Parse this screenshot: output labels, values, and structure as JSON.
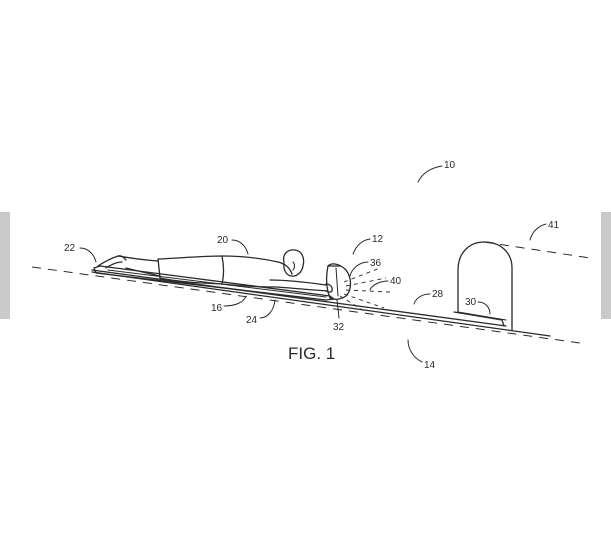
{
  "figure": {
    "caption": "FIG. 1",
    "refs": {
      "r10": "10",
      "r12": "12",
      "r14": "14",
      "r16": "16",
      "r20": "20",
      "r22": "22",
      "r24": "24",
      "r28": "28",
      "r30": "30",
      "r32": "32",
      "r36": "36",
      "r40": "40",
      "r41": "41"
    }
  }
}
